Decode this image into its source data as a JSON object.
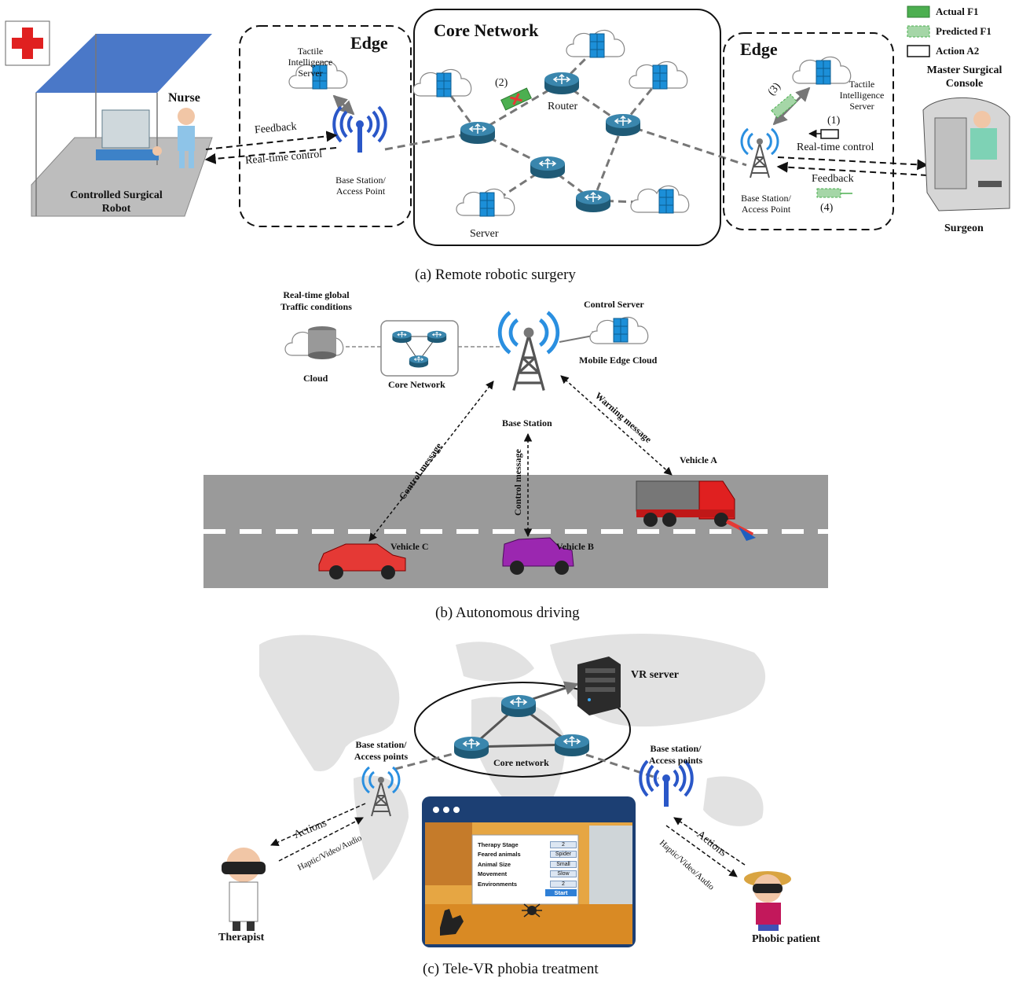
{
  "panel_a": {
    "caption": "(a) Remote robotic surgery",
    "nurse": "Nurse",
    "robot_label": "Controlled Surgical Robot",
    "left_edge": {
      "title": "Edge",
      "server": "Tactile Intelligence Server",
      "feedback": "Feedback",
      "control": "Real-time control",
      "bs": "Base Station/ Access Point"
    },
    "core": {
      "title": "Core Network",
      "router": "Router",
      "server": "Server",
      "step2": "(2)"
    },
    "right_edge": {
      "title": "Edge",
      "server": "Tactile Intelligence Server",
      "step1": "(1)",
      "step3": "(3)",
      "step4": "(4)",
      "control": "Real-time control",
      "feedback": "Feedback",
      "bs": "Base Station/ Access Point"
    },
    "legend": [
      "Actual F1",
      "Predicted F1",
      "Action A2"
    ],
    "console": "Master Surgical Console",
    "surgeon": "Surgeon"
  },
  "panel_b": {
    "caption": "(b) Autonomous driving",
    "cloud_top": "Real-time global Traffic conditions",
    "cloud": "Cloud",
    "core": "Core Network",
    "control_server": "Control Server",
    "mec": "Mobile Edge Cloud",
    "bs": "Base Station",
    "warning": "Warning message",
    "control_c": "Control message",
    "control_b": "Control message",
    "vehicle_a": "Vehicle A",
    "vehicle_b": "Vehicle B",
    "vehicle_c": "Vehicle C"
  },
  "panel_c": {
    "caption": "(c) Tele-VR phobia treatment",
    "vr_server": "VR server",
    "core": "Core network",
    "bs_left": "Base station/ Access points",
    "bs_right": "Base station/ Access points",
    "actions_left": "Actions",
    "hva_left": "Haptic/Video/Audio",
    "actions_right": "Actions",
    "hva_right": "Haptic/Video/Audio",
    "therapist": "Therapist",
    "patient": "Phobic patient",
    "settings": [
      {
        "label": "Therapy Stage",
        "value": "2"
      },
      {
        "label": "Feared animals",
        "value": "Spider"
      },
      {
        "label": "Animal Size",
        "value": "Small"
      },
      {
        "label": "Movement",
        "value": "Slow"
      },
      {
        "label": "Environments",
        "value": "2"
      }
    ],
    "start": "Start"
  },
  "colors": {
    "router": "#2e6f8e",
    "server": "#1a8fd0",
    "cloud_stroke": "#888888",
    "roof": "#4a78c8",
    "road": "#9a9a9a",
    "actual": "#4caf50",
    "predicted": "#a5d6a7"
  }
}
